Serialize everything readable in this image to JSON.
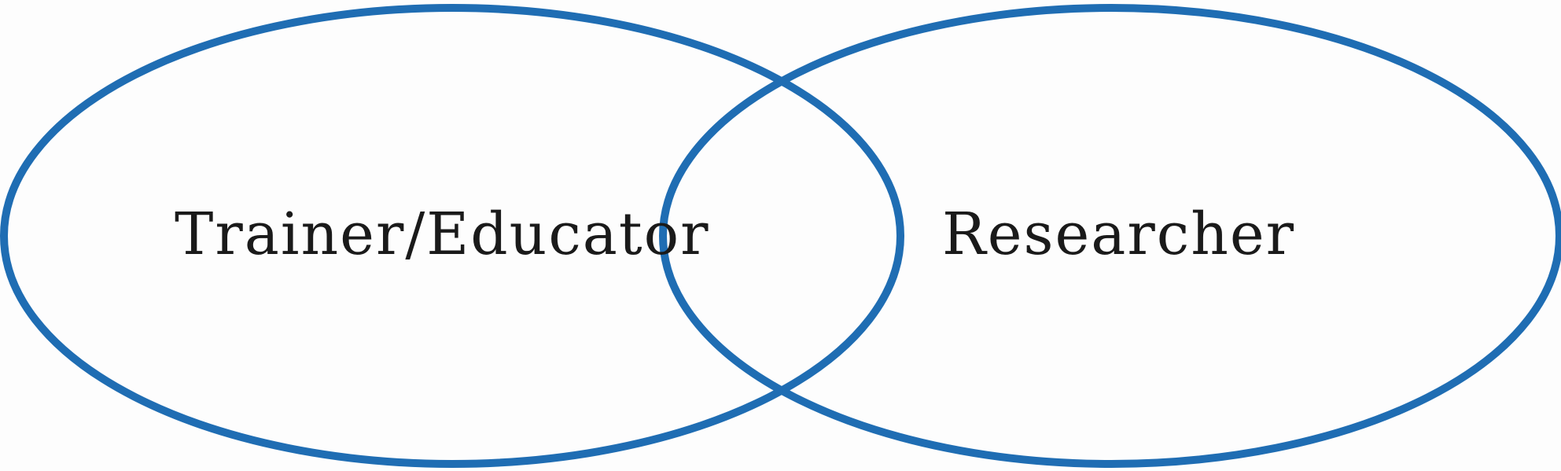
{
  "diagram": {
    "type": "venn",
    "stroke_color": "#1f6db3",
    "sets": [
      {
        "label": "Trainer/Educator"
      },
      {
        "label": "Researcher"
      }
    ]
  }
}
